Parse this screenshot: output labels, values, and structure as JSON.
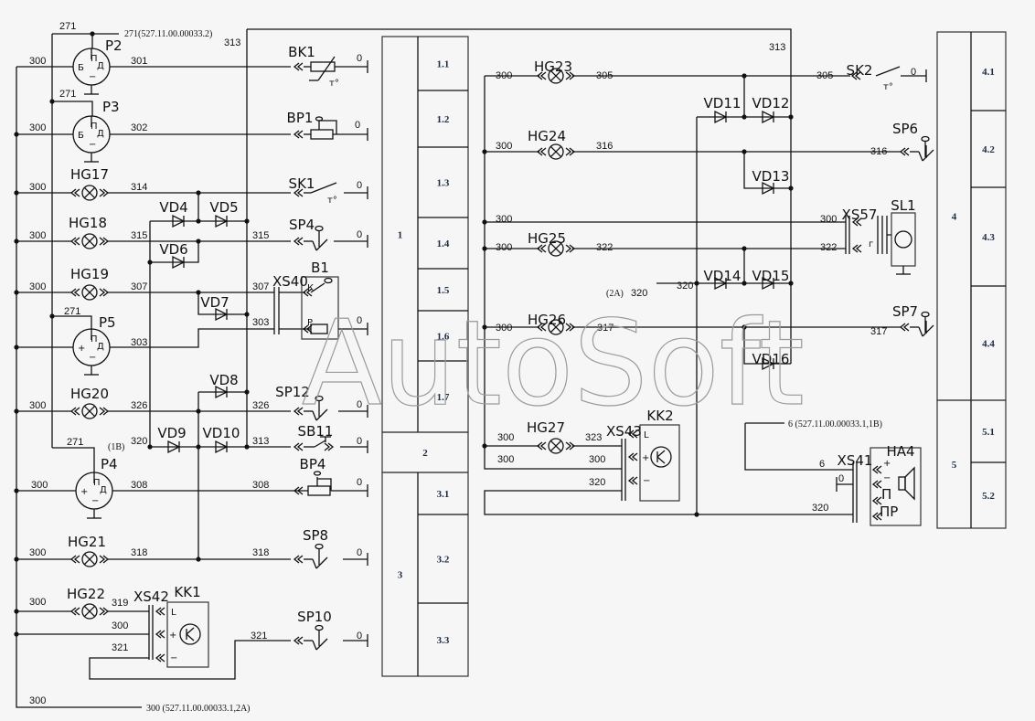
{
  "watermark": "AutoSoft",
  "components": {
    "P2": "P2",
    "P3": "P3",
    "P5": "P5",
    "P4": "P4",
    "HG17": "HG17",
    "HG18": "HG18",
    "HG19": "HG19",
    "HG20": "HG20",
    "HG21": "HG21",
    "HG22": "HG22",
    "BK1": "BK1",
    "BP1": "BP1",
    "SK1": "SK1",
    "SP4": "SP4",
    "B1": "B1",
    "XS40": "XS40",
    "SP12": "SP12",
    "SB11": "SB11",
    "BP4": "BP4",
    "SP8": "SP8",
    "SP10": "SP10",
    "XS42": "XS42",
    "KK1": "KK1",
    "VD4": "VD4",
    "VD5": "VD5",
    "VD6": "VD6",
    "VD7": "VD7",
    "VD8": "VD8",
    "VD9": "VD9",
    "VD10": "VD10",
    "HG23": "HG23",
    "HG24": "HG24",
    "HG25": "HG25",
    "HG26": "HG26",
    "HG27": "HG27",
    "SK2": "SK2",
    "SP6": "SP6",
    "SL1": "SL1",
    "XS57": "XS57",
    "SP7": "SP7",
    "XS43": "XS43",
    "KK2": "KK2",
    "XS41": "XS41",
    "HA4": "HA4",
    "VD11": "VD11",
    "VD12": "VD12",
    "VD13": "VD13",
    "VD14": "VD14",
    "VD15": "VD15",
    "VD16": "VD16"
  },
  "wires": [
    "271",
    "271",
    "300",
    "301",
    "313",
    "0",
    "300",
    "302",
    "0",
    "300",
    "314",
    "0",
    "300",
    "315",
    "315",
    "0",
    "300",
    "307",
    "307",
    "303",
    "0",
    "271",
    "303",
    "300",
    "326",
    "326",
    "0",
    "271",
    "320",
    "313",
    "0",
    "300",
    "308",
    "308",
    "0",
    "300",
    "318",
    "318",
    "0",
    "300",
    "319",
    "300",
    "321",
    "321",
    "0",
    "300",
    "313",
    "300",
    "305",
    "305",
    "0",
    "300",
    "316",
    "316",
    "300",
    "300",
    "300",
    "322",
    "322",
    "320",
    "320",
    "300",
    "317",
    "317",
    "300",
    "323",
    "300",
    "300",
    "320",
    "6",
    "0",
    "320"
  ],
  "references": {
    "r271": "271(527.11.00.00033.2)",
    "r1B": "(1B)",
    "r300": "300 (527.11.00.00033.1,2A)",
    "r2A": "(2A)",
    "r6": "6 (527.11.00.00033.1,1B)"
  },
  "pins": {
    "b": "Б",
    "p": "П",
    "d": "Д",
    "minus": "−",
    "plus": "+",
    "k": "К",
    "r": "Р",
    "l": "L",
    "g": "г",
    "pr": "ПР",
    "temp": "т°"
  },
  "table_left": {
    "sections": [
      {
        "label": "1",
        "rows": [
          "1.1",
          "1.2",
          "1.3",
          "1.4",
          "1.5",
          "1.6",
          "1.7"
        ]
      },
      {
        "label": "2",
        "rows": []
      },
      {
        "label": "3",
        "rows": [
          "3.1",
          "3.2",
          "3.3"
        ]
      }
    ]
  },
  "table_right": {
    "sections": [
      {
        "label": "4",
        "rows": [
          "4.1",
          "4.2",
          "4.3",
          "4.4"
        ]
      },
      {
        "label": "5",
        "rows": [
          "5.1",
          "5.2"
        ]
      }
    ]
  }
}
